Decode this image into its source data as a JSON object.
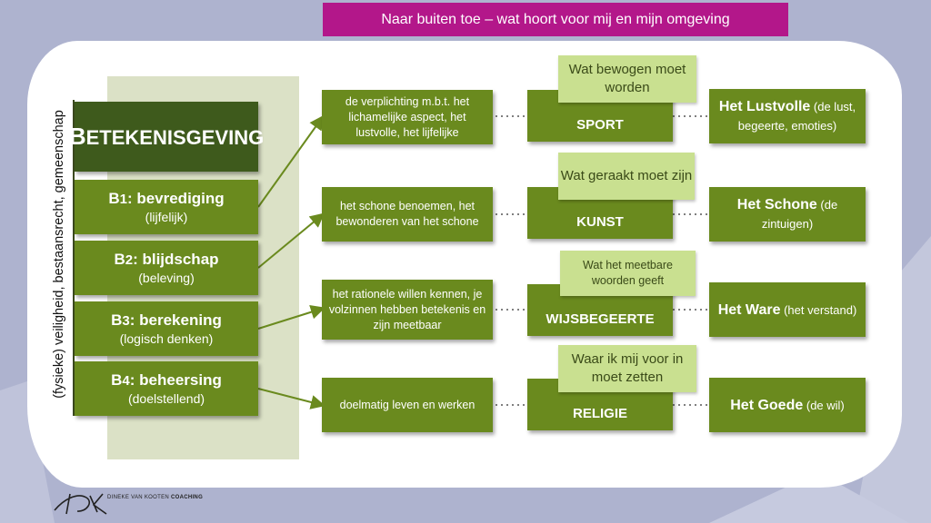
{
  "title": "Naar buiten toe – wat hoort voor mij en mijn omgeving",
  "vertical_label": "(fysieke) veiligheid, bestaansrecht, gemeenschap",
  "heading": {
    "first": "B",
    "rest": "ETEKENISGEVING"
  },
  "levels": [
    {
      "prefix": "B",
      "num": "1",
      "name": ": bevrediging",
      "sub": "(lijfelijk)"
    },
    {
      "prefix": "B",
      "num": "2",
      "name": ": blijdschap",
      "sub": "(beleving)"
    },
    {
      "prefix": "B",
      "num": "3",
      "name": ": berekening",
      "sub": "(logisch denken)"
    },
    {
      "prefix": "B",
      "num": "4",
      "name": ": beheersing",
      "sub": "(doelstellend)"
    }
  ],
  "descriptions": [
    "de verplichting m.b.t. het lichamelijke aspect, het lustvolle, het lijfelijke",
    "het schone benoemen, het bewonderen van het schone",
    "het rationele willen kennen, je volzinnen hebben betekenis en zijn meetbaar",
    "doelmatig leven en werken"
  ],
  "domains": [
    "SPORT",
    "KUNST",
    "WIJSBEGEERTE",
    "RELIGIE"
  ],
  "labels": [
    "Wat bewogen moet worden",
    "Wat geraakt moet zijn",
    "Wat het meetbare woorden geeft",
    "Waar ik mij voor in moet zetten"
  ],
  "values": [
    {
      "name": "Het Lustvolle",
      "note": " (de lust, begeerte, emoties)"
    },
    {
      "name": "Het Schone",
      "note": " (de zintuigen)"
    },
    {
      "name": "Het Ware",
      "note": " (het verstand)"
    },
    {
      "name": "Het Goede",
      "note": " (de wil)"
    }
  ],
  "connector": "· - ·",
  "logo": {
    "initials": "DvK",
    "text_light": "DINEKE VAN KOOTEN ",
    "text_bold": "COACHING"
  },
  "colors": {
    "green": "#6a8a1e",
    "dark_green": "#3e5a1c",
    "light_green": "#c9e090",
    "magenta": "#b3178a"
  }
}
